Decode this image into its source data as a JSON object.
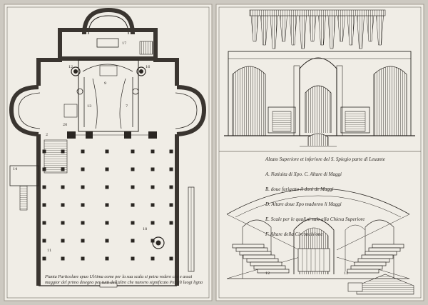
{
  "plate": {
    "left_caption": "Pianta Particolare epuo Ul/tima come per la sua scala si petra vedere che e assai\nmaggior del primo disegno per tutti dell'altre che numero significato Per gli luogi ligna",
    "legend": {
      "title": "Alzato  Superiore et inferiore del S. Spiegio parte di Leuante",
      "items": [
        "A. Natiuita di Xpo. C. Altare di Maggi",
        "B. doue furigetto il doni de Maggi",
        "D. Altare doue Xpo madorno li Maggi",
        "E. Scale per le quali si sale alla Chiesa Superiore",
        "F. Altare della Circoncisione"
      ]
    },
    "plan_numbers": [
      "17",
      "12",
      "16",
      "9",
      "13",
      "7",
      "20",
      "14",
      "11",
      "18",
      "2"
    ],
    "section_marks": [
      "12",
      "12"
    ],
    "ink": "#2a2622",
    "paper": "#f0ede6"
  }
}
